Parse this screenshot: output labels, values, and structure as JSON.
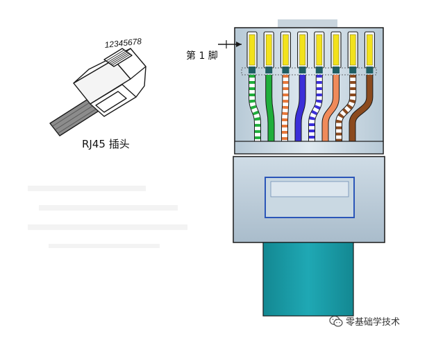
{
  "labels": {
    "pin_numbers": "12345678",
    "plug_caption": "RJ45 插头",
    "pin1": "第 1 脚",
    "watermark": "零基础学技术"
  },
  "colors": {
    "background": "#ffffff",
    "outline": "#1a1a1a",
    "pin_gold": "#f2e21c",
    "housing_light": "#dfe9f0",
    "housing_mid": "#b7c9d6",
    "housing_dark": "#9fb3c3",
    "window_border": "#2a55b8",
    "window_fill": "#c9d8e2",
    "cable_teal": "#1d9aa6",
    "top_tab": "#c8d4dd"
  },
  "wires": [
    {
      "pin": "1",
      "color_name": "white-green",
      "base": "#ffffff",
      "stripe": "#1fae3b"
    },
    {
      "pin": "2",
      "color_name": "green",
      "base": "#1fae3b",
      "stripe": ""
    },
    {
      "pin": "3",
      "color_name": "white-orange",
      "base": "#ffffff",
      "stripe": "#e8783a"
    },
    {
      "pin": "4",
      "color_name": "blue",
      "base": "#3b2fd8",
      "stripe": ""
    },
    {
      "pin": "5",
      "color_name": "white-blue",
      "base": "#ffffff",
      "stripe": "#3b2fd8"
    },
    {
      "pin": "6",
      "color_name": "orange",
      "base": "#ef8a5a",
      "stripe": ""
    },
    {
      "pin": "7",
      "color_name": "white-brown",
      "base": "#ffffff",
      "stripe": "#8b4a1e"
    },
    {
      "pin": "8",
      "color_name": "brown",
      "base": "#8b4a1e",
      "stripe": ""
    }
  ],
  "icons": {
    "watermark_logo": "wechat-icon",
    "pin_pointer": "arrow-pointer-icon"
  }
}
